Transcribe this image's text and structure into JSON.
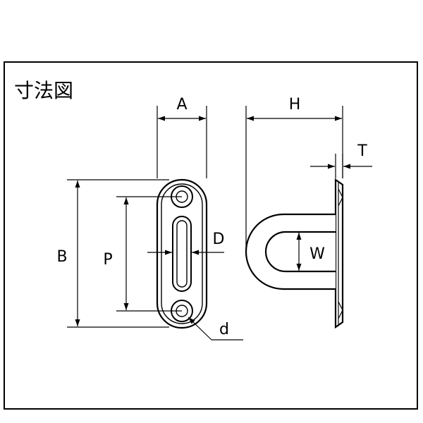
{
  "title": "寸法図",
  "labels": {
    "A": "A",
    "H": "H",
    "T": "T",
    "B": "B",
    "P": "P",
    "D": "D",
    "W": "W",
    "d": "d"
  }
}
